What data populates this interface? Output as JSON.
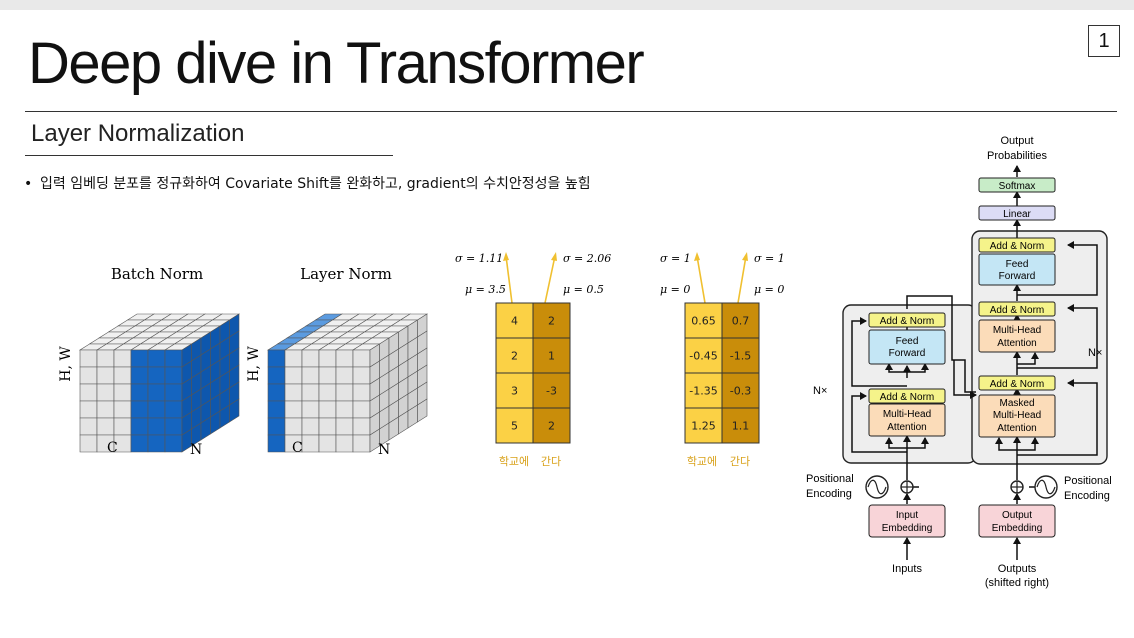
{
  "slide": {
    "title": "Deep dive in Transformer",
    "page_number": "1",
    "subtitle": "Layer Normalization",
    "bullet": "입력 임베딩 분포를 정규화하여 Covariate Shift를 완화하고, gradient의 수치안정성을 높힘"
  },
  "norm_figure": {
    "batch_norm_label": "Batch Norm",
    "layer_norm_label": "Layer Norm",
    "axis_hw": "H, W",
    "axis_c": "C",
    "axis_n": "N",
    "highlight_color": "#1565c0"
  },
  "example_before": {
    "sigma_left": "σ = 1.11",
    "mu_left": "μ = 3.5",
    "sigma_right": "σ = 2.06",
    "mu_right": "μ = 0.5",
    "col1": [
      "4",
      "2",
      "3",
      "5"
    ],
    "col2": [
      "2",
      "1",
      "-3",
      "2"
    ],
    "word1": "학교에",
    "word2": "간다"
  },
  "example_after": {
    "sigma_left": "σ = 1",
    "mu_left": "μ = 0",
    "sigma_right": "σ = 1",
    "mu_right": "μ = 0",
    "col1": [
      "0.65",
      "-0.45",
      "-1.35",
      "1.25"
    ],
    "col2": [
      "0.7",
      "-1.5",
      "-0.3",
      "1.1"
    ],
    "word1": "학교에",
    "word2": "간다"
  },
  "colors": {
    "cell_light": "#fbd145",
    "cell_dark": "#c98d0a",
    "label_gold": "#d9a21b"
  },
  "transformer": {
    "output_probs_line1": "Output",
    "output_probs_line2": "Probabilities",
    "softmax": "Softmax",
    "linear": "Linear",
    "add_norm": "Add & Norm",
    "feed_forward_line1": "Feed",
    "feed_forward_line2": "Forward",
    "mha_line1": "Multi-Head",
    "mha_line2": "Attention",
    "masked": "Masked",
    "nx": "N×",
    "pos_enc_line1": "Positional",
    "pos_enc_line2": "Encoding",
    "input_emb_line1": "Input",
    "input_emb_line2": "Embedding",
    "output_emb_line1": "Output",
    "output_emb_line2": "Embedding",
    "inputs": "Inputs",
    "outputs_line1": "Outputs",
    "outputs_line2": "(shifted right)"
  }
}
